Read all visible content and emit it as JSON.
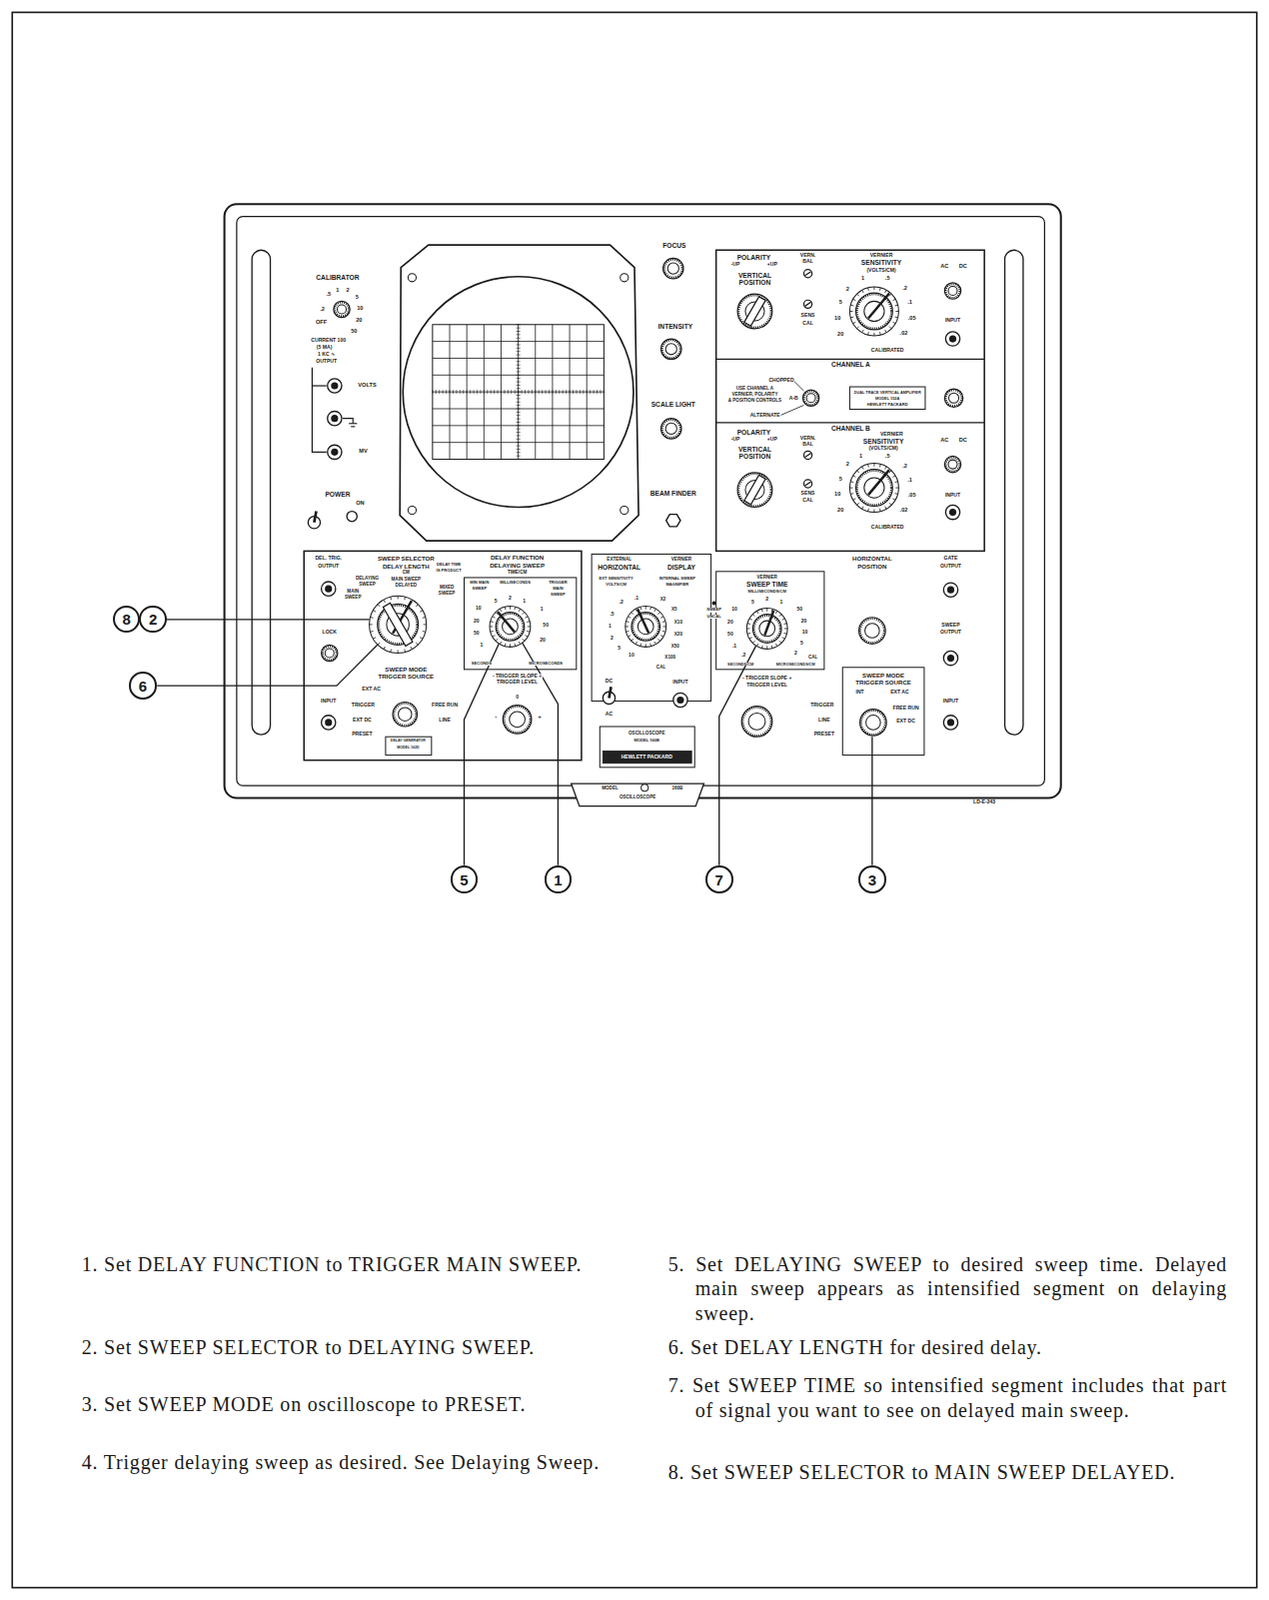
{
  "diagram": {
    "nodes": [
      {
        "text": [
          "8"
        ]
      },
      {
        "text": [
          "2"
        ]
      },
      {
        "text": [
          "6"
        ]
      },
      {
        "text": [
          "5"
        ]
      },
      {
        "text": [
          "1"
        ]
      },
      {
        "text": [
          "7"
        ]
      },
      {
        "text": [
          "3"
        ]
      }
    ],
    "labels": [
      "CALIBRATOR",
      ".5",
      "1",
      "2",
      "5",
      "10",
      "20",
      "50",
      ".2",
      "OFF",
      "CURRENT 100",
      "(5 MA)",
      "1 KC ∿",
      "OUTPUT",
      "VOLTS",
      "MV",
      "POWER",
      "ON",
      "FOCUS",
      "INTENSITY",
      "SCALE LIGHT",
      "BEAM FINDER",
      "POLARITY",
      "-UP",
      "+UP",
      "VERTICAL",
      "POSITION",
      "VERN.",
      "BAL",
      "SENS",
      "CAL",
      "VERNIER",
      "SENSITIVITY",
      "(VOLTS/CM)",
      "2",
      "1",
      ".5",
      ".2",
      ".1",
      ".05",
      ".02",
      "5",
      "10",
      "20",
      "CALIBRATED",
      "AC",
      "DC",
      "INPUT",
      "CHANNEL A",
      "CHOPPED",
      "USE CHANNEL A",
      "VERNIER, POLARITY",
      "& POSITION CONTROLS",
      "A-B",
      "ALTERNATE",
      "DUAL TRACE VERTICAL AMPLIFIER",
      "MODEL 152A",
      "HEWLETT PACKARD",
      "POLARITY",
      "CHANNEL B",
      "-UP",
      "+UP",
      "VERTICAL",
      "POSITION",
      "VERN.",
      "BAL",
      "SENS",
      "CAL",
      "VERNIER",
      "SENSITIVITY",
      "(VOLTS/CM)",
      "2",
      "1",
      ".5",
      ".2",
      ".1",
      ".05",
      ".02",
      "5",
      "10",
      "20",
      "CALIBRATED",
      "AC",
      "DC",
      "INPUT",
      "DEL. TRIG.",
      "OUTPUT",
      "SWEEP SELECTOR",
      "DELAY LENGTH",
      "CM",
      "DELAY TIME",
      "IS PRODUCT",
      "DELAY FUNCTION",
      "DELAYING SWEEP",
      "TIME/CM",
      "DELAYING",
      "SWEEP",
      "MAIN SWEEP",
      "DELAYED",
      "MAIN",
      "SWEEP",
      "MIXED",
      "SWEEP",
      "LOCK",
      "SWEEP MODE",
      "TRIGGER SOURCE",
      "INPUT",
      "EXT AC",
      "TRIGGER",
      "EXT DC",
      "PRESET",
      "FREE RUN",
      "LINE",
      "MIN MAIN",
      "SWEEP",
      "MILLISECONDS",
      "TRIGGER",
      "MAIN",
      "SWEEP",
      "5",
      "2",
      "1",
      "10",
      "20",
      "50",
      "1",
      "1",
      "50",
      "20",
      "SECONDS",
      "MICROSECONDS",
      "- TRIGGER SLOPE +",
      "TRIGGER LEVEL",
      "0",
      "-",
      "+",
      "DELAY GENERATOR",
      "MODEL 162D",
      "EXTERNAL",
      "HORIZONTAL",
      "VERNIER",
      "DISPLAY",
      "EXT SENSITIVITY",
      "VOLTS/CM",
      "INTERNAL SWEEP",
      "MAGNIFIER",
      ".1",
      ".2",
      ".5",
      "1",
      "2",
      "5",
      "10",
      "X2",
      "X5",
      "X10",
      "X20",
      "X50",
      "X100",
      "CAL",
      "SWEEP",
      "UNCAL",
      "DC",
      "AC",
      "INPUT",
      "OSCILLOSCOPE",
      "MODEL 160B",
      "HEWLETT PACKARD",
      "MODEL",
      "160B",
      "OSCILLOSCOPE",
      "VERNIER",
      "SWEEP TIME",
      "MILLISECONDS/CM",
      "5",
      "2",
      "1",
      "10",
      "20",
      "50",
      ".1",
      ".2",
      "50",
      "20",
      "10",
      "5",
      "2",
      "CAL",
      "SECONDS/CM",
      "MICROSECONDS/CM",
      "- TRIGGER SLOPE +",
      "TRIGGER LEVEL",
      "HORIZONTAL",
      "POSITION",
      "GATE",
      "OUTPUT",
      "SWEEP",
      "OUTPUT",
      "SWEEP MODE",
      "TRIGGER SOURCE",
      "INT",
      "EXT AC",
      "TRIGGER",
      "FREE RUN",
      "LINE",
      "EXT DC",
      "PRESET",
      "INPUT",
      "LD-E-243",
      "1. Set DELAY FUNCTION to TRIGGER MAIN SWEEP.",
      "2. Set SWEEP SELECTOR to DELAYING SWEEP.",
      "3. Set SWEEP MODE on oscilloscope to PRESET.",
      "4. Trigger delaying sweep as desired. See Delaying Sweep.",
      "5. Set DELAYING SWEEP to desired sweep time. Delayed main sweep appears as intensified segment on delaying sweep.",
      "6. Set DELAY LENGTH for desired delay.",
      "7. Set SWEEP TIME so intensified segment includes that part of signal you want to see on delayed main sweep.",
      "8. Set SWEEP SELECTOR to MAIN SWEEP DELAYED."
    ]
  }
}
